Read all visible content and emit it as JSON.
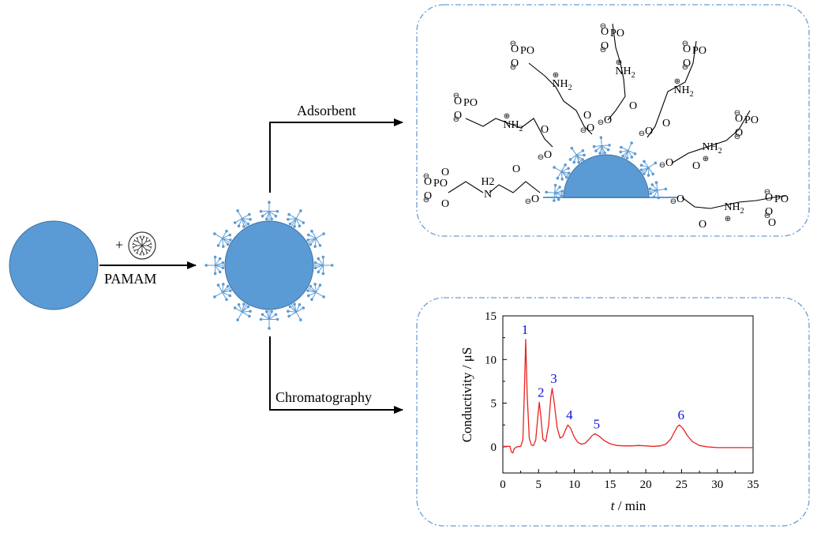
{
  "labels": {
    "plus": "+",
    "pamam": "PAMAM",
    "adsorbent": "Adsorbent",
    "chromatography": "Chromatography"
  },
  "adsorbent_panel": {
    "groups": {
      "phosphonate": "PO",
      "amine": "NH2",
      "amine_h2_prefix": "H2",
      "amine_n": "N",
      "oxygen": "O",
      "pos": "⊕",
      "neg": "⊖"
    }
  },
  "colors": {
    "particle": "#5b9bd5",
    "particle_stroke": "#3f6f9f",
    "dendrimer": "#5b9bd5",
    "panel_border": "#6a9fd6",
    "trace": "#e8231f",
    "peak_label": "#1010dd"
  },
  "chart_data": {
    "type": "line",
    "xlabel_var": "t",
    "xlabel_unit": " / min",
    "ylabel": "Conductivity / μS",
    "xlim": [
      0,
      35
    ],
    "ylim": [
      -3,
      15
    ],
    "xticks": [
      0,
      5,
      10,
      15,
      20,
      25,
      30,
      35
    ],
    "yticks": [
      0,
      5,
      10,
      15
    ],
    "grid": false,
    "peaks": [
      {
        "label": "1",
        "t": 3.2,
        "height": 12.3
      },
      {
        "label": "2",
        "t": 5.1,
        "height": 5.1
      },
      {
        "label": "3",
        "t": 6.9,
        "height": 6.7
      },
      {
        "label": "4",
        "t": 9.1,
        "height": 2.5
      },
      {
        "label": "5",
        "t": 12.9,
        "height": 1.5
      },
      {
        "label": "6",
        "t": 24.7,
        "height": 2.5
      }
    ],
    "series": [
      {
        "x": [
          0.0,
          1.0,
          1.2,
          1.4,
          1.6,
          2.0,
          2.5,
          2.8,
          3.0,
          3.2,
          3.4,
          3.7,
          4.0,
          4.3,
          4.6,
          4.9,
          5.1,
          5.3,
          5.6,
          6.0,
          6.4,
          6.7,
          6.9,
          7.2,
          7.6,
          8.0,
          8.4,
          8.8,
          9.1,
          9.5,
          10.0,
          10.5,
          11.0,
          11.5,
          12.0,
          12.5,
          12.9,
          13.5,
          14.2,
          15.0,
          16.0,
          17.0,
          18.0,
          19.0,
          20.0,
          21.0,
          22.0,
          22.8,
          23.5,
          24.0,
          24.4,
          24.7,
          25.2,
          25.8,
          26.5,
          27.5,
          28.5,
          30.0,
          32.0,
          35.0
        ],
        "y": [
          0.05,
          0.05,
          -0.6,
          -0.7,
          -0.2,
          0.0,
          0.05,
          0.8,
          6.0,
          12.3,
          6.0,
          1.0,
          0.2,
          0.15,
          0.8,
          3.5,
          5.1,
          3.6,
          0.9,
          0.6,
          2.5,
          5.6,
          6.7,
          5.0,
          2.2,
          1.0,
          1.2,
          2.0,
          2.5,
          2.1,
          1.1,
          0.5,
          0.3,
          0.4,
          0.8,
          1.3,
          1.5,
          1.2,
          0.7,
          0.35,
          0.15,
          0.1,
          0.1,
          0.15,
          0.1,
          0.05,
          0.1,
          0.3,
          0.9,
          1.7,
          2.3,
          2.5,
          2.1,
          1.3,
          0.6,
          0.15,
          0.0,
          -0.1,
          -0.1,
          -0.1
        ]
      }
    ]
  }
}
